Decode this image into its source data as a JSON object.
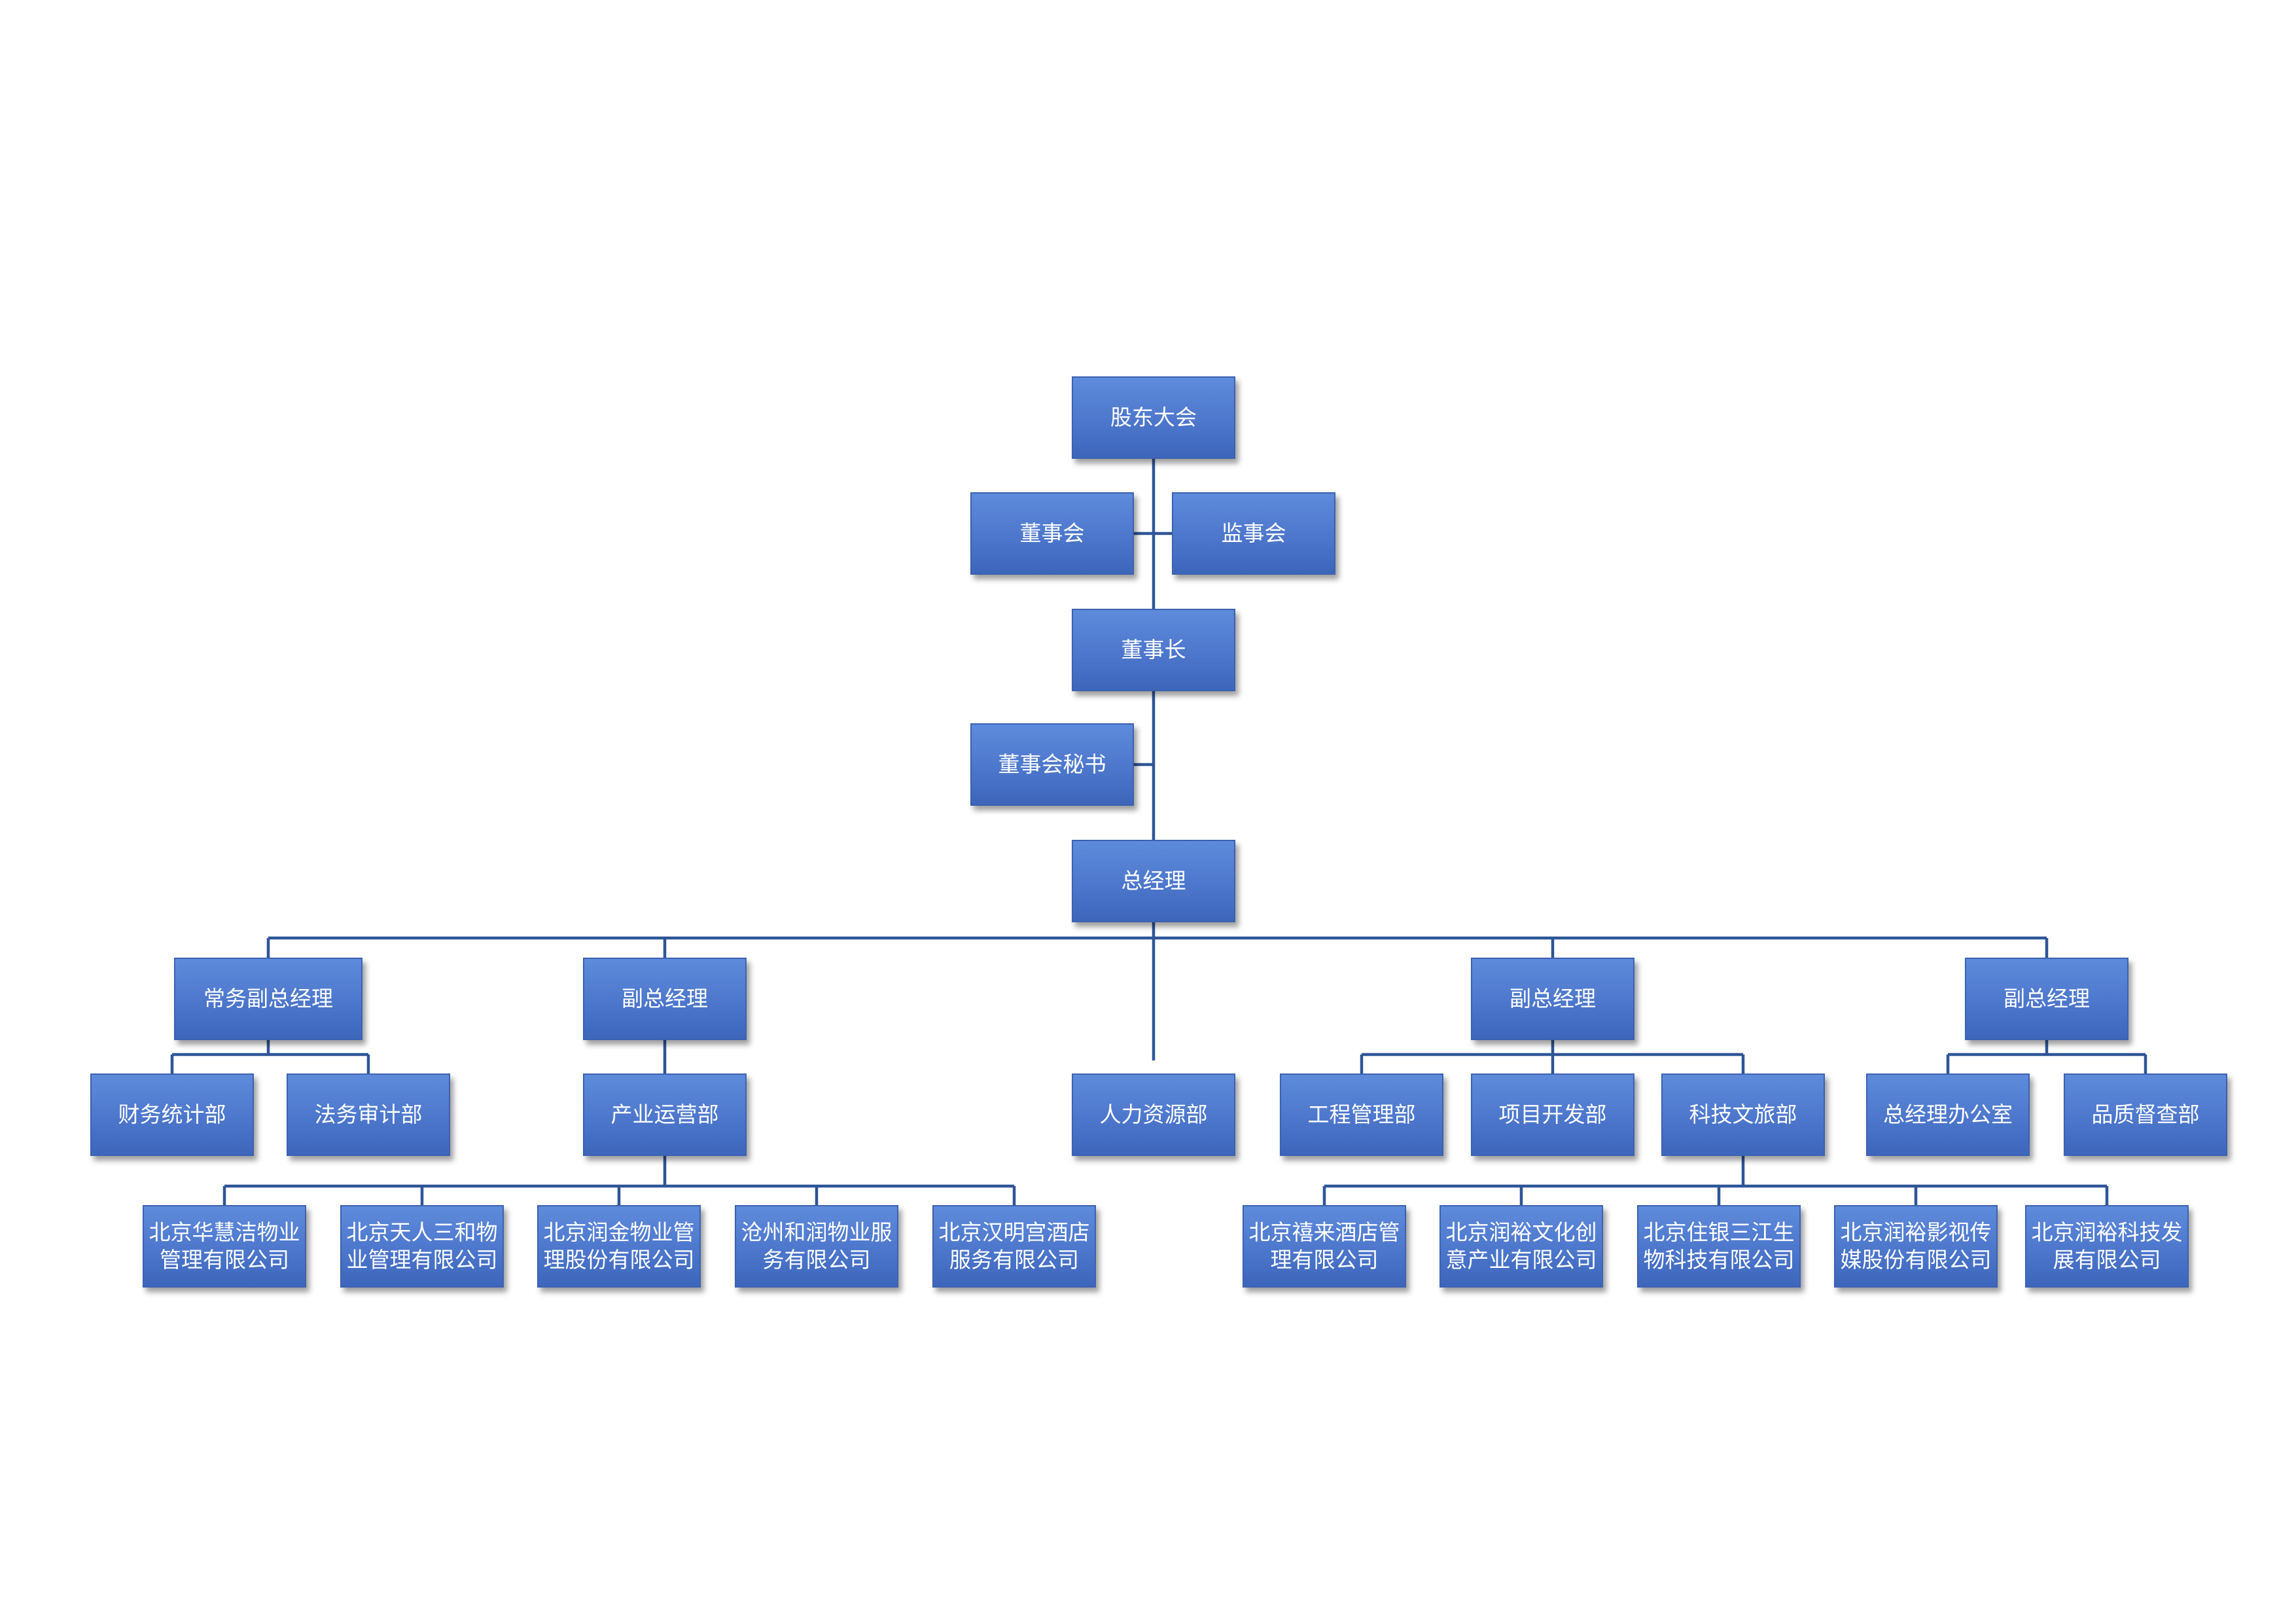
{
  "line_color": "#2f5597",
  "box_color": "#4f7ed0",
  "nodes": {
    "shareholders": "股东大会",
    "board": "董事会",
    "supervisors": "监事会",
    "chairman": "董事长",
    "board_secretary": "董事会秘书",
    "gm": "总经理",
    "exec_vgm": "常务副总经理",
    "vgm_a": "副总经理",
    "hr": "人力资源部",
    "vgm_b": "副总经理",
    "vgm_c": "副总经理",
    "finance": "财务统计部",
    "legal": "法务审计部",
    "ops": "产业运营部",
    "engineering": "工程管理部",
    "project_dev": "项目开发部",
    "tech_culture": "科技文旅部",
    "gm_office": "总经理办公室",
    "quality": "品质督查部",
    "co1": "北京华慧洁物业\n管理有限公司",
    "co2": "北京天人三和物\n业管理有限公司",
    "co3": "北京润金物业管\n理股份有限公司",
    "co4": "沧州和润物业服\n务有限公司",
    "co5": "北京汉明宫酒店\n服务有限公司",
    "co6": "北京禧来酒店管\n理有限公司",
    "co7": "北京润裕文化创\n意产业有限公司",
    "co8": "北京住银三江生\n物科技有限公司",
    "co9": "北京润裕影视传\n媒股份有限公司",
    "co10": "北京润裕科技发\n展有限公司"
  }
}
